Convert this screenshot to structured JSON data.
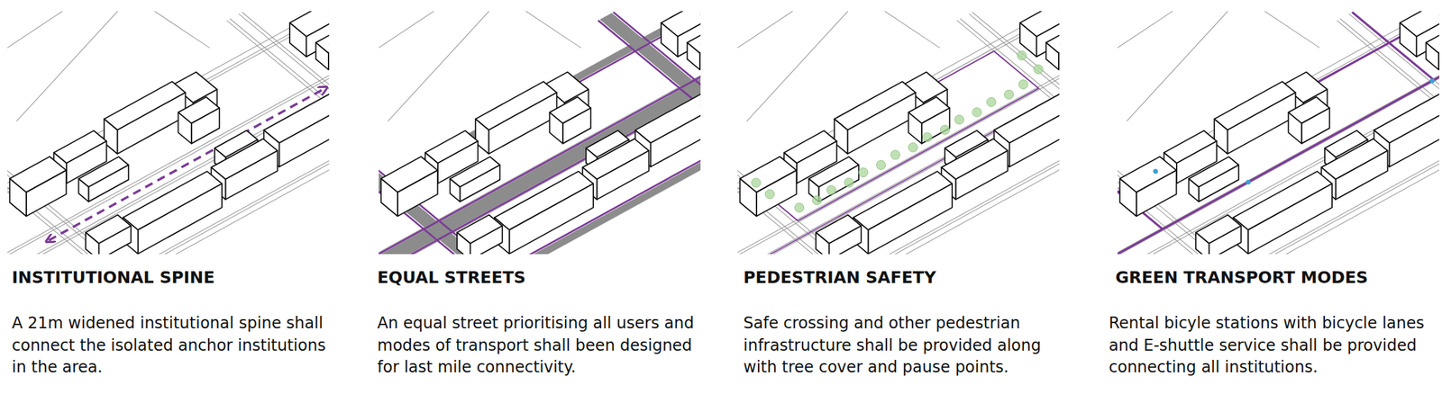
{
  "diagram": {
    "labels": [
      "INSTITUTIONAL SPINE",
      "A 21m widened institutional spine shall connect the isolated anchor institutions in the area.",
      "EQUAL STREETS",
      "An equal street prioritising all users and modes of transport shall been designed for last mile connectivity.",
      "PEDESTRIAN SAFETY",
      "Safe crossing and other pedestrian infrastructure shall be provided along with tree cover and pause points.",
      "GREEN TRANSPORT MODES",
      "Rental bicyle stations with bicycle lanes and E-shuttle service shall be provided connecting all institutions."
    ]
  }
}
